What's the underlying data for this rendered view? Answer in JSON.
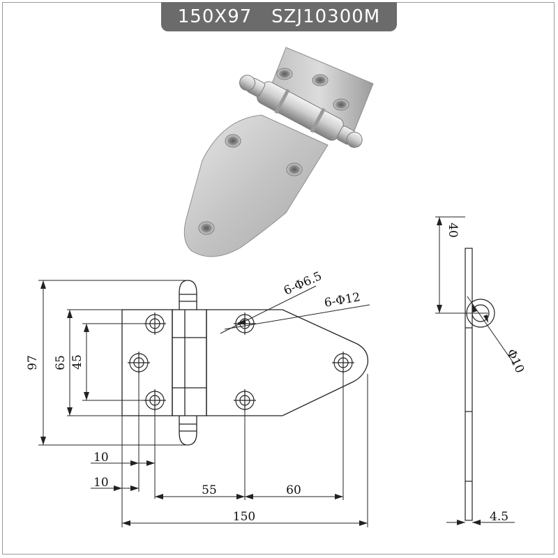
{
  "title": {
    "model_size": "150X97",
    "model_code": "SZJ10300M"
  },
  "photo": {
    "subject": "stainless steel strap hinge",
    "icon": "hinge-photo"
  },
  "front_view": {
    "dims": {
      "total_height": "97",
      "hole_span_outer": "65",
      "hole_span_inner": "45",
      "edge_to_hole_1": "10",
      "edge_to_hole_2": "10",
      "hole_spacing_1": "55",
      "hole_spacing_2": "60",
      "total_length": "150"
    },
    "callouts": {
      "hole_dia": "6-Φ6.5",
      "countersink_dia": "6-Φ12"
    }
  },
  "side_view": {
    "dims": {
      "pin_center_height": "40",
      "knuckle_dia": "Φ10",
      "plate_thickness": "4.5"
    }
  },
  "colors": {
    "badge": "#6b6b6b",
    "line": "#222222",
    "steel_light": "#d9d9d9",
    "steel_dark": "#8c8c8c"
  }
}
